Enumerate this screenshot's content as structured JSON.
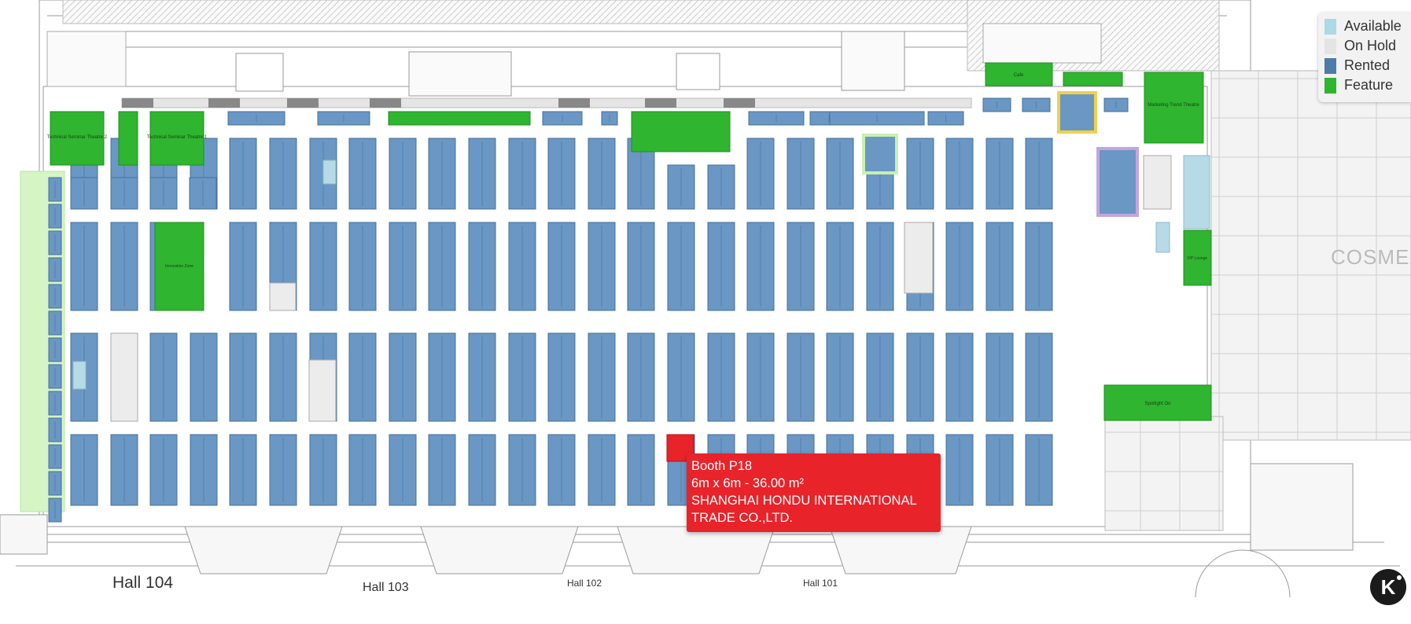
{
  "legend": {
    "items": [
      {
        "label": "Available",
        "color": "#add8e6"
      },
      {
        "label": "On Hold",
        "color": "#e4e4e4"
      },
      {
        "label": "Rented",
        "color": "#4d7ca8"
      },
      {
        "label": "Feature",
        "color": "#2fb52f"
      }
    ]
  },
  "tooltip": {
    "booth": "Booth  P18",
    "size": "6m x 6m - 36.00 m²",
    "company_line1": "SHANGHAI HONDU INTERNATIONAL",
    "company_line2": "TRADE CO.,LTD."
  },
  "halls": [
    {
      "label": "Hall 104"
    },
    {
      "label": "Hall 103"
    },
    {
      "label": "Hall 102"
    },
    {
      "label": "Hall 101"
    }
  ],
  "venue_label": "COSMEX",
  "logo_letter": "K",
  "feature_areas": [
    {
      "label": "Technical Seminar Theatre 2"
    },
    {
      "label": "Technical Seminar Theatre 1"
    },
    {
      "label": "Innovation Zone"
    },
    {
      "label": "Cafe"
    },
    {
      "label": "Marketing Trend Theatre"
    },
    {
      "label": "VIP Lounge"
    },
    {
      "label": "Spotlight On"
    }
  ],
  "colors": {
    "rented": "#6a97c4",
    "rented_line": "#47719a",
    "feature": "#2fb52f",
    "available": "#b6dbe6",
    "on_hold": "#ececec",
    "selected": "#e8232a",
    "green_light": "#d5f5c5"
  }
}
